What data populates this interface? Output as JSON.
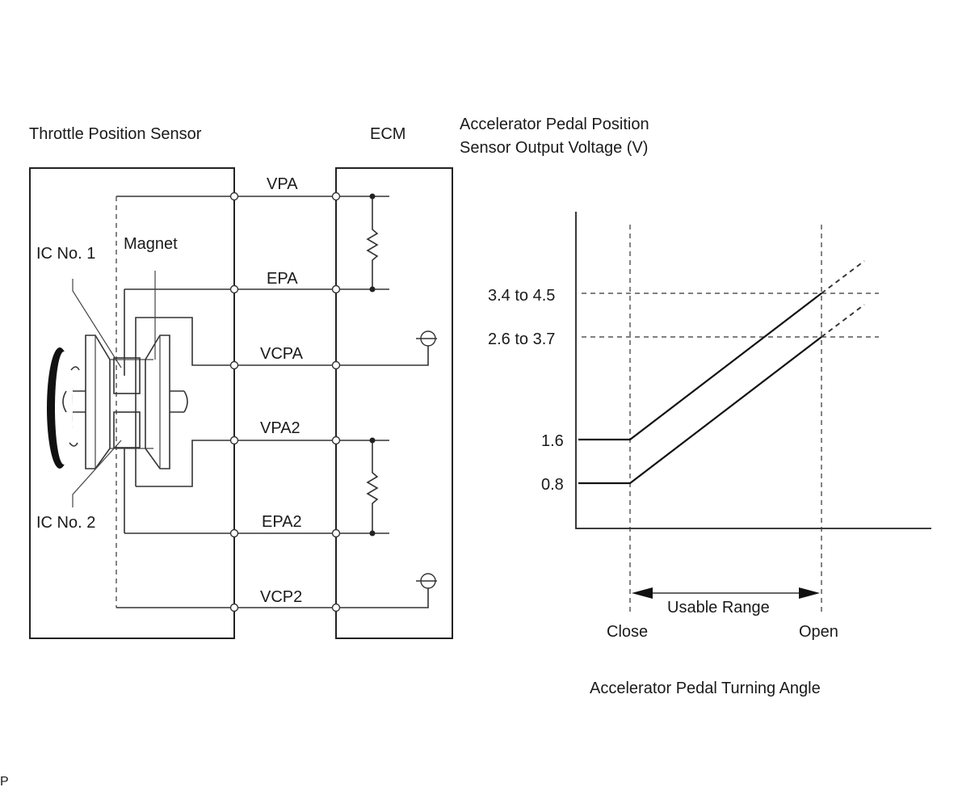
{
  "labels": {
    "sensor_title": "Throttle Position Sensor",
    "ecm_title": "ECM",
    "magnet": "Magnet",
    "ic1": "IC No. 1",
    "ic2": "IC No. 2",
    "corner_mark": "P"
  },
  "terminals": [
    "VPA",
    "EPA",
    "VCPA",
    "VPA2",
    "EPA2",
    "VCP2"
  ],
  "graph": {
    "title_line1": "Accelerator Pedal Position",
    "title_line2": "Sensor Output Voltage (V)",
    "y_ticks": [
      "3.4 to 4.5",
      "2.6 to 3.7",
      "1.6",
      "0.8"
    ],
    "x_close": "Close",
    "x_open": "Open",
    "usable_range": "Usable Range",
    "x_title": "Accelerator Pedal Turning Angle"
  }
}
